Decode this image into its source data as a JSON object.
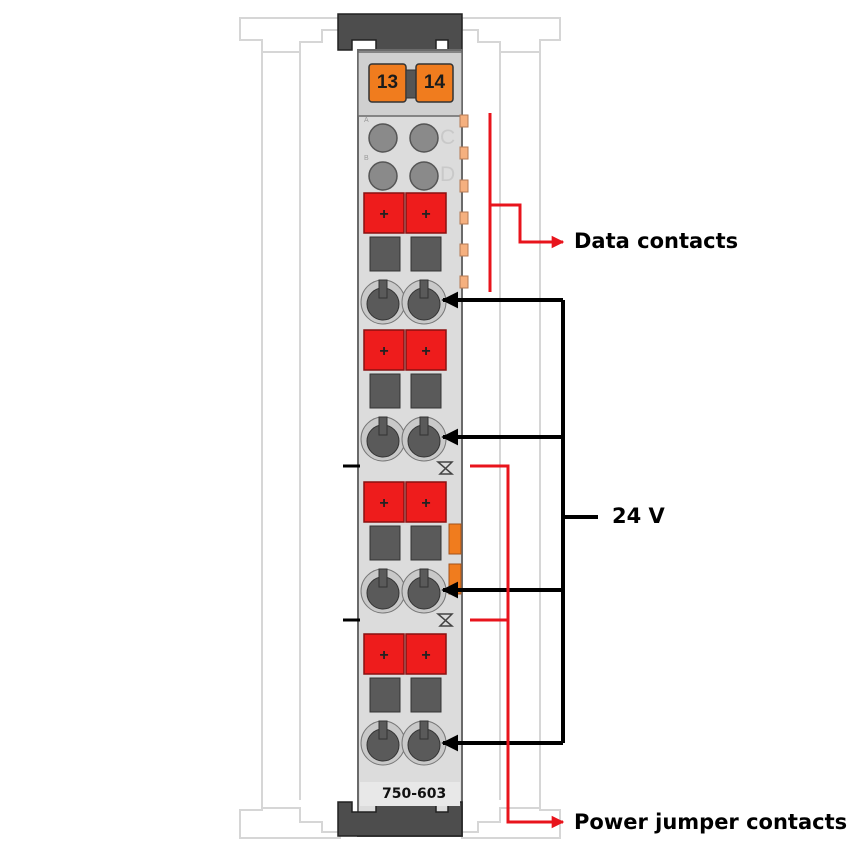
{
  "module": {
    "part_number": "750-603",
    "terminal_labels": [
      "13",
      "14"
    ],
    "led_labels": [
      "A",
      "B",
      "C",
      "D"
    ]
  },
  "annotations": {
    "data_contacts": "Data contacts",
    "supply_voltage": "24 V",
    "power_jumper_contacts": "Power jumper contacts"
  },
  "colors": {
    "push_button": "#ee1c1c",
    "label_tab": "#f07c1e",
    "contact_tab": "#f5b07f",
    "housing": "#dcdcdc",
    "arrow_black": "#000000",
    "arrow_red": "#e8141c"
  }
}
